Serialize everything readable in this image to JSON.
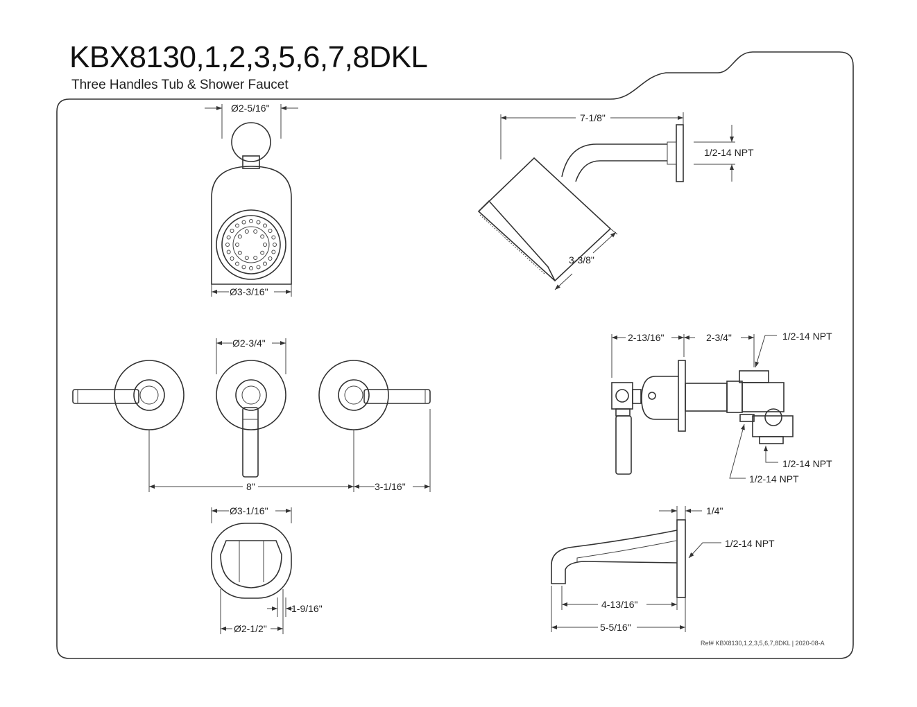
{
  "header": {
    "title": "KBX8130,1,2,3,5,6,7,8DKL",
    "subtitle": "Three Handles Tub & Shower Faucet"
  },
  "dimensions": {
    "showerhead_flange_dia": "Ø2-5/16\"",
    "showerhead_dia": "Ø3-3/16\"",
    "shower_arm_reach": "7-1/8\"",
    "shower_arm_thread": "1/2-14 NPT",
    "showerhead_depth": "3-3/8\"",
    "handle_escutcheon_dia": "Ø2-3/4\"",
    "handle_spacing": "8\"",
    "handle_lever_length": "3-1/16\"",
    "valve_handle_depth": "2-13/16\"",
    "valve_body_depth": "2-3/4\"",
    "valve_npt_top": "1/2-14 NPT",
    "valve_npt_bottom_right": "1/2-14 NPT",
    "valve_npt_bottom_left": "1/2-14 NPT",
    "diverter_flange_dia": "Ø3-1/16\"",
    "diverter_depth": "1-9/16\"",
    "diverter_base_dia": "Ø2-1/2\"",
    "spout_flange_thickness": "1/4\"",
    "spout_thread": "1/2-14 NPT",
    "spout_reach_inner": "4-13/16\"",
    "spout_reach_total": "5-5/16\""
  },
  "footer": {
    "reference": "Ref# KBX8130,1,2,3,5,6,7,8DKL | 2020-08-A"
  }
}
